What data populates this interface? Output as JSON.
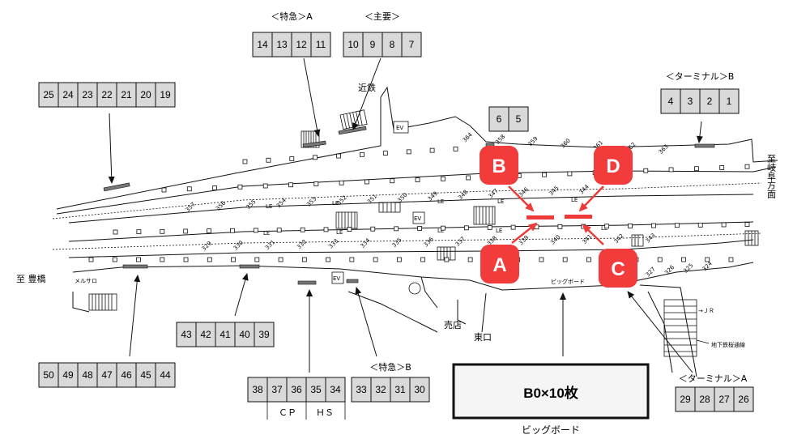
{
  "groups": [
    {
      "id": "tokkyu-a",
      "label": "＜特急＞A",
      "cells": [
        "14",
        "13",
        "12",
        "11"
      ]
    },
    {
      "id": "shuyo",
      "label": "＜主要＞",
      "cells": [
        "10",
        "9",
        "8",
        "7"
      ]
    },
    {
      "id": "left-top",
      "label": "",
      "cells": [
        "25",
        "24",
        "23",
        "22",
        "21",
        "20",
        "19"
      ]
    },
    {
      "id": "mid-top",
      "label": "",
      "cells": [
        "6",
        "5"
      ]
    },
    {
      "id": "terminal-b",
      "label": "＜ターミナル＞B",
      "cells": [
        "4",
        "3",
        "2",
        "1"
      ]
    },
    {
      "id": "left-bottom",
      "label": "",
      "cells": [
        "43",
        "42",
        "41",
        "40",
        "39"
      ]
    },
    {
      "id": "bottom-left",
      "label": "",
      "cells": [
        "50",
        "49",
        "48",
        "47",
        "46",
        "45",
        "44"
      ]
    },
    {
      "id": "cp-hs",
      "label": "",
      "cells": [
        "38",
        "37",
        "36",
        "35",
        "34"
      ]
    },
    {
      "id": "tokkyu-b",
      "label": "＜特急＞B",
      "cells": [
        "33",
        "32",
        "31",
        "30"
      ]
    },
    {
      "id": "terminal-a",
      "label": "＜ターミナル＞A",
      "cells": [
        "29",
        "28",
        "27",
        "26"
      ]
    }
  ],
  "subLabels": {
    "cp": "ＣＰ",
    "hs": "ＨＳ"
  },
  "badges": {
    "a": "A",
    "b": "B",
    "c": "C",
    "d": "D"
  },
  "map": {
    "kintetsu": "近鉄",
    "to_gifu": "至岐阜方面",
    "to_toyohashi": "至 豊橋",
    "baitenn": "売店",
    "higashiguchi": "東口",
    "bigboard_map": "ビッグボード",
    "jr": "→ＪＲ",
    "subway": "地下鉄桜通線",
    "meitetsu": "メルサロ",
    "ev": "EV",
    "le": "LE"
  },
  "bigboard": {
    "main": "B0×10枚",
    "caption": "ビッグボード"
  },
  "pillars": {
    "row1": [
      "357",
      "356",
      "355",
      "354",
      "353",
      "352",
      "351",
      "350",
      "349",
      "348",
      "347",
      "346",
      "345",
      "344"
    ],
    "row2": [
      "329",
      "330",
      "331",
      "332",
      "333",
      "334",
      "335",
      "336",
      "337",
      "338",
      "339",
      "340",
      "341",
      "342",
      "343"
    ],
    "north": [
      "364",
      "358",
      "359",
      "360",
      "361",
      "362",
      "363"
    ],
    "south": [
      "327",
      "326",
      "325",
      "324"
    ]
  },
  "colors": {
    "badge": "#f23b3b",
    "arrow": "#ef3a3a",
    "cell": "#d9d9d9",
    "line": "#111111"
  }
}
